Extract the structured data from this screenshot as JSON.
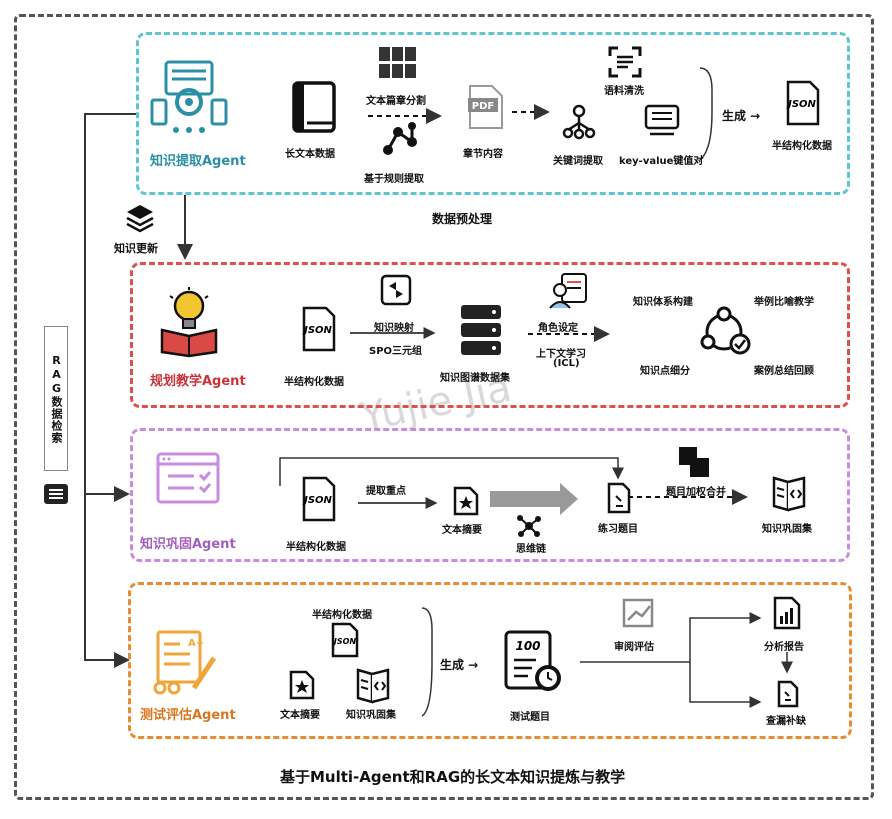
{
  "title": "基于Multi-Agent和RAG的长文本知识提炼与教学",
  "watermark": "Yujie Jia",
  "rag": {
    "label": "RAG数据检索"
  },
  "knowledge_update": "知识更新",
  "colors": {
    "extract": "#5bc6cf",
    "plan": "#e0504a",
    "consolidate": "#c98be0",
    "test": "#e98b2f"
  },
  "extract": {
    "agent": "知识提取Agent",
    "long_text": "长文本数据",
    "split": "文本篇章分割",
    "rule_extract": "基于规则提取",
    "chapter": "章节内容",
    "clean": "语料清洗",
    "keyword": "关键词提取",
    "kv": "key-value键值对",
    "generate": "生成 →",
    "output": "半结构化数据",
    "section": "数据预处理",
    "json": "JSON",
    "pdf": "PDF"
  },
  "plan": {
    "agent": "规划教学Agent",
    "input": "半结构化数据",
    "map": "知识映射",
    "spo": "SPO三元组",
    "kg": "知识图谱数据集",
    "role": "角色设定",
    "icl": "上下文学习",
    "icl_short": "(ICL)",
    "system": "知识体系构建",
    "analogy": "举例比喻教学",
    "detail": "知识点细分",
    "review": "案例总结回顾",
    "json": "JSON"
  },
  "consolidate": {
    "agent": "知识巩固Agent",
    "input": "半结构化数据",
    "focus": "提取重点",
    "summary": "文本摘要",
    "cot": "思维链",
    "exercise": "练习题目",
    "merge": "题目加权合并",
    "set": "知识巩固集",
    "json": "JSON"
  },
  "test": {
    "agent": "测试评估Agent",
    "semi": "半结构化数据",
    "summary": "文本摘要",
    "set": "知识巩固集",
    "generate": "生成 →",
    "questions": "测试题目",
    "review": "审阅评估",
    "report": "分析报告",
    "gap": "查漏补缺",
    "json": "JSON",
    "score": "100"
  }
}
